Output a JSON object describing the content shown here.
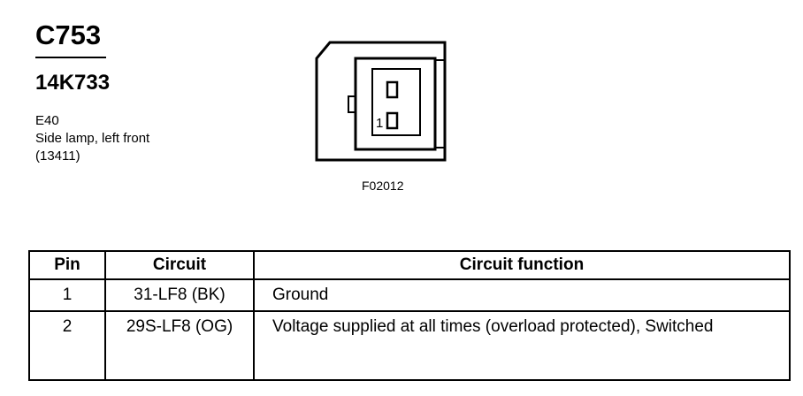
{
  "connector": {
    "id": "C753",
    "part_number": "14K733",
    "location_code": "E40",
    "description": "Side lamp, left front",
    "component_number": "(13411)"
  },
  "figure": {
    "ref": "F02012",
    "pin_label": "1"
  },
  "table": {
    "headers": [
      "Pin",
      "Circuit",
      "Circuit function"
    ],
    "rows": [
      {
        "pin": "1",
        "circuit": "31-LF8 (BK)",
        "function": "Ground"
      },
      {
        "pin": "2",
        "circuit": "29S-LF8 (OG)",
        "function": "Voltage supplied at all times (overload protected), Switched"
      }
    ]
  }
}
